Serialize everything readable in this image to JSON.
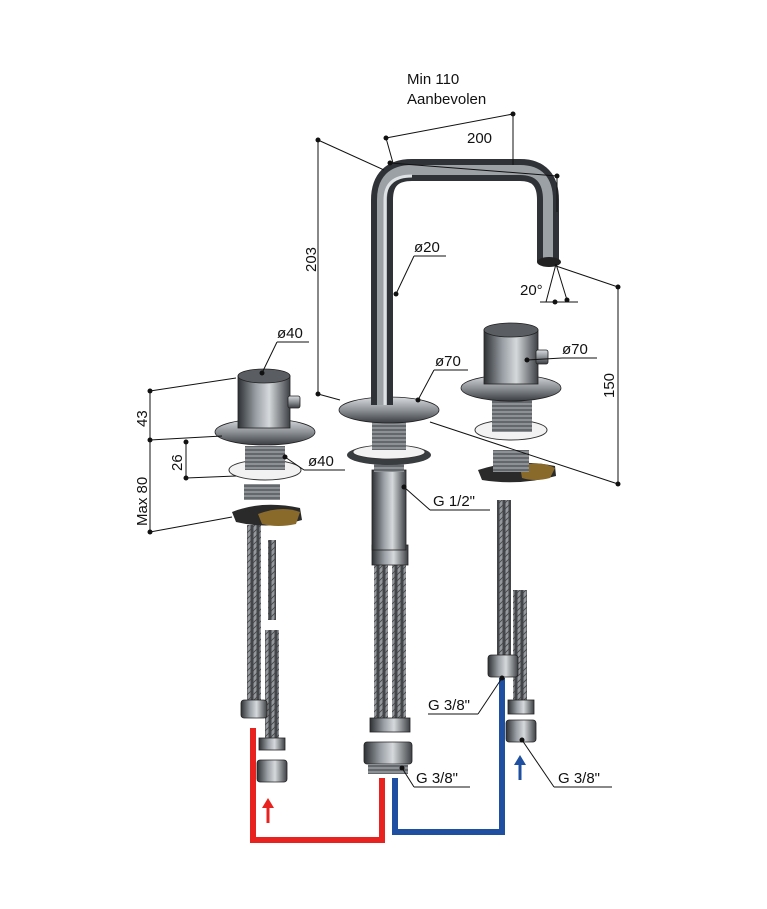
{
  "diagram": {
    "labels": {
      "min_110": "Min 110",
      "aanbevolen": "Aanbevolen",
      "d200": "200",
      "d203": "203",
      "d20": "ø20",
      "angle_20": "20°",
      "d150": "150",
      "d70_center": "ø70",
      "d70_right": "ø70",
      "d40_top": "ø40",
      "d40_bottom": "ø40",
      "d43": "43",
      "d26": "26",
      "max80": "Max 80",
      "g12": "G 1/2\"",
      "g38_right_upper": "G 3/8\"",
      "g38_center": "G 3/8\"",
      "g38_right_lower": "G 3/8\""
    },
    "colors": {
      "hot": "#e8221f",
      "cold": "#1f4fa0",
      "metal_dark": "#3a3d40",
      "metal_mid": "#7b7f84",
      "metal_light": "#c9ccd0",
      "brass": "#8a6a2a"
    }
  }
}
